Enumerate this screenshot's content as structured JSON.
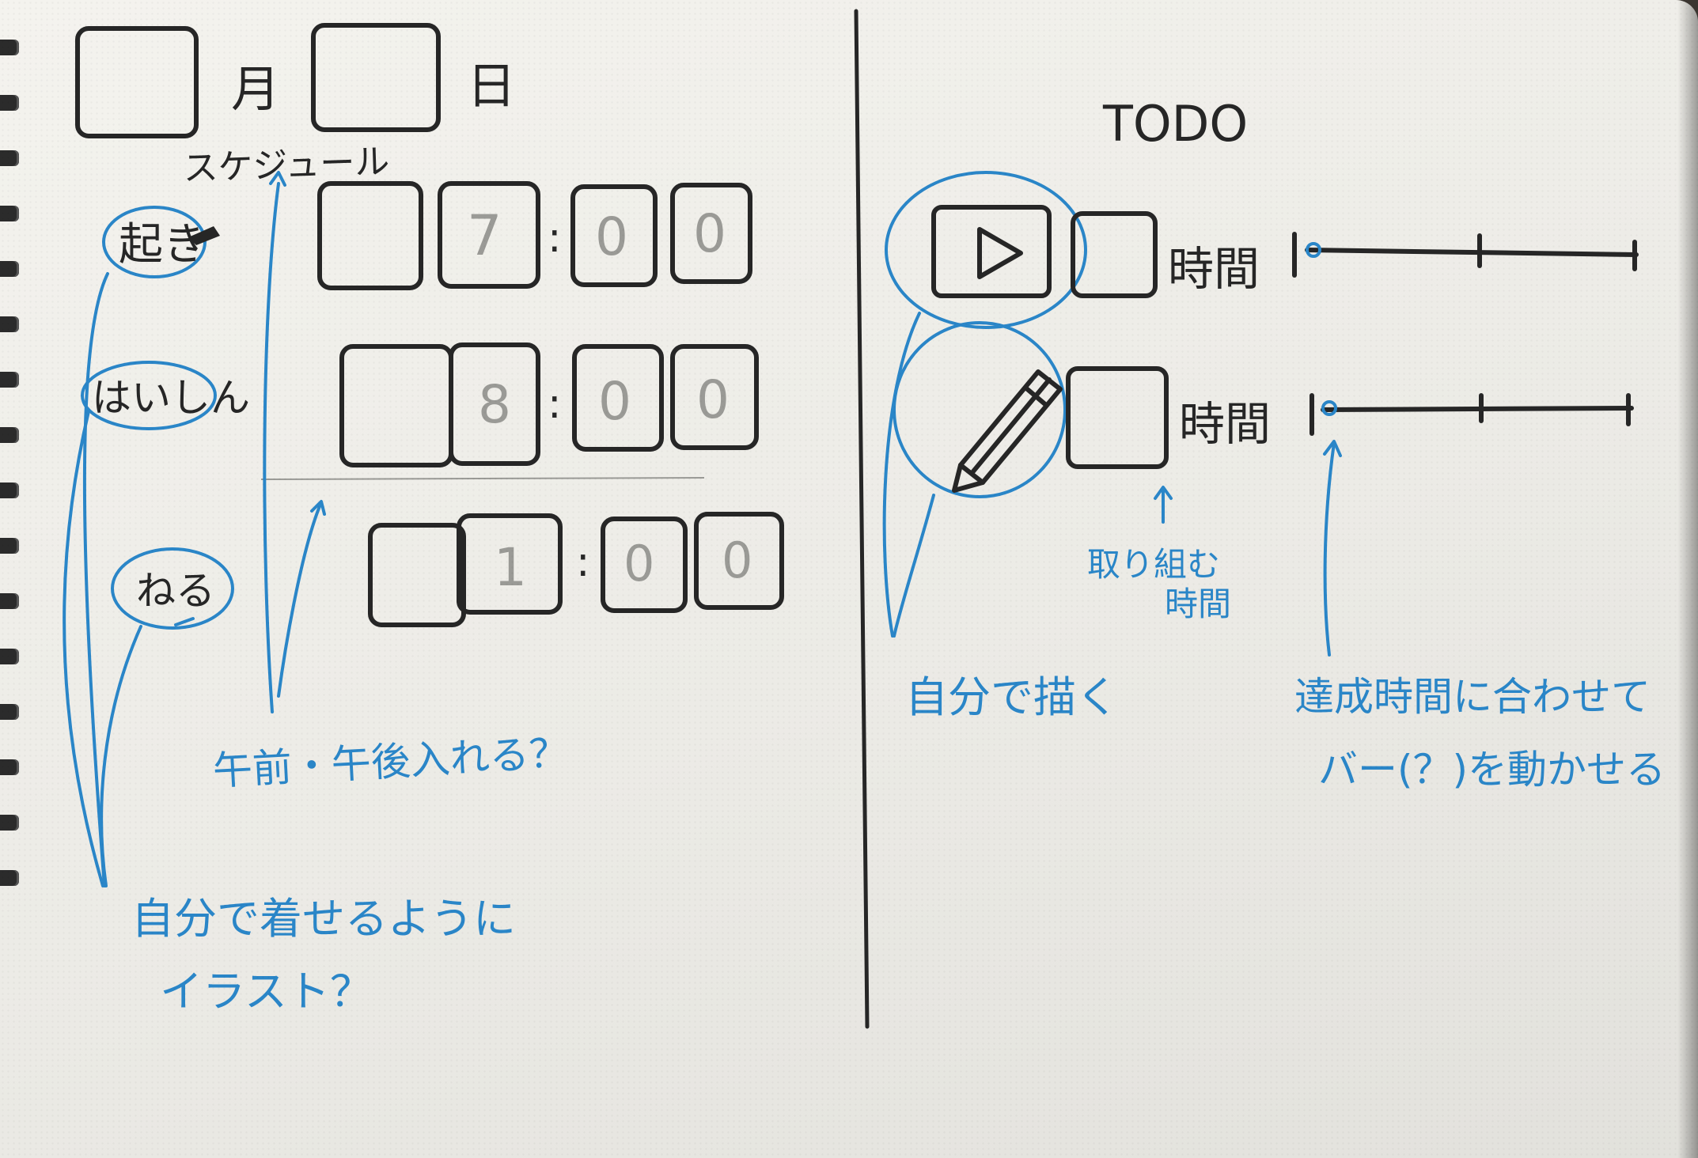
{
  "header": {
    "month_suffix": "月",
    "day_suffix": "日",
    "schedule_heading": "スケジュール"
  },
  "schedule": {
    "rows": [
      {
        "label": "起き",
        "digits": [
          "",
          "7",
          "0",
          "0"
        ]
      },
      {
        "label": "はいしん",
        "digits": [
          "",
          "8",
          "0",
          "0"
        ]
      },
      {
        "label": "ねる",
        "digits": [
          "",
          "1",
          "0",
          "0"
        ]
      }
    ],
    "separator": ":"
  },
  "todo": {
    "title": "TODO",
    "time_label": "時間",
    "items": [
      {
        "icon": "play-icon",
        "progress": 0
      },
      {
        "icon": "pencil-icon",
        "progress": 0
      }
    ]
  },
  "notes": {
    "illustration_line1": "自分で着せるように",
    "illustration_line2": "イラスト？",
    "ampm": "午前・午後入れる？",
    "draw_yourself": "自分で描く",
    "working_time_line1": "取り組む",
    "working_time_line2": "時間",
    "bar_line1": "達成時間に合わせて",
    "bar_line2": "バー(？)を動かせる"
  },
  "colors": {
    "ink": "#262626",
    "annotation_blue": "#2a86c8",
    "paper": "#f0efea"
  }
}
